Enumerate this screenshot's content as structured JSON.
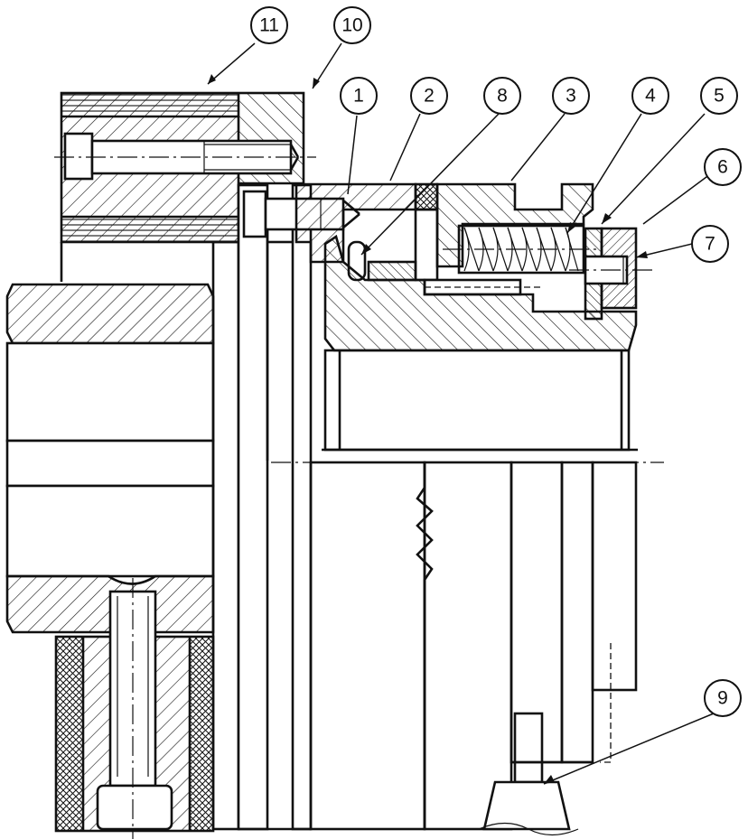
{
  "callouts": [
    {
      "id": "c11",
      "label": "11"
    },
    {
      "id": "c10",
      "label": "10"
    },
    {
      "id": "c1",
      "label": "1"
    },
    {
      "id": "c2",
      "label": "2"
    },
    {
      "id": "c8",
      "label": "8"
    },
    {
      "id": "c3",
      "label": "3"
    },
    {
      "id": "c4",
      "label": "4"
    },
    {
      "id": "c5",
      "label": "5"
    },
    {
      "id": "c6",
      "label": "6"
    },
    {
      "id": "c7",
      "label": "7"
    },
    {
      "id": "c9",
      "label": "9"
    }
  ],
  "colors": {
    "line": "#111111",
    "background": "#ffffff"
  }
}
